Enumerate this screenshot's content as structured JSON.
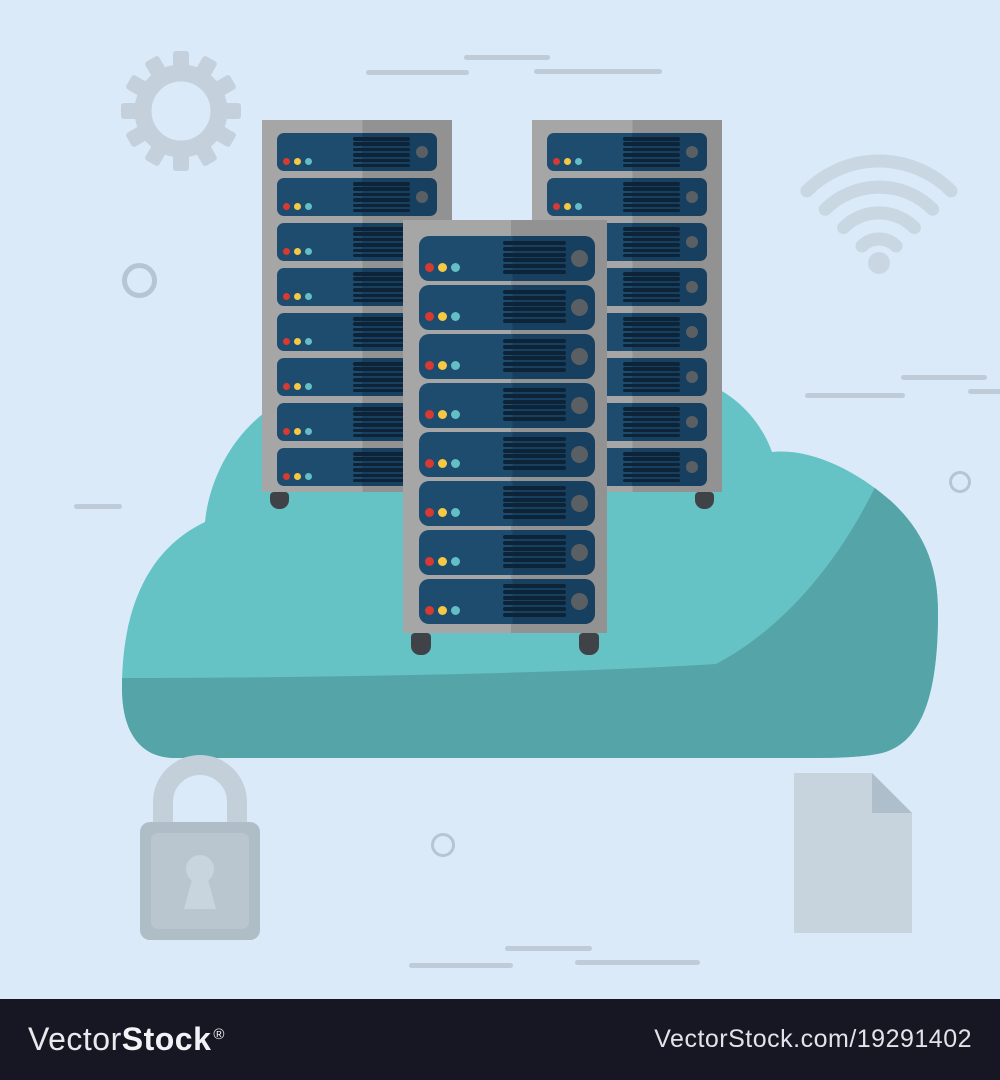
{
  "title": "Cloud data center with server racks vector illustration",
  "palette": {
    "background": "#DAEAF8",
    "decoration": "#C4D1DC",
    "decoration_line": "#BFCBD7",
    "decoration_ring": "#B6C5D2",
    "decoration_wifi": "#C9D7E3",
    "cloud": "#65C2C5",
    "cloud_shade": "#55A4A8",
    "rack_frame_light": "#A6A6A6",
    "rack_frame_dark": "#929292",
    "server_panel_light": "#1D4C6E",
    "server_panel_dark": "#163F60",
    "server_slot": "#0D2438",
    "server_knob": "#5A5F63",
    "led_red": "#D83931",
    "led_yellow": "#F6C843",
    "led_teal": "#64BEC6",
    "rack_foot": "#3F4347",
    "lock_body": "#AFBDC7",
    "lock_inner": "#B9C6D0",
    "lock_shackle": "#C3D0DA",
    "lock_keyhole": "#C9D5DE",
    "doc_sheet": "#C7D4DE",
    "doc_fold": "#AEBECB",
    "watermark_bar": "#171723",
    "watermark_text": "#F2F3F7"
  },
  "scene": {
    "cloud": "cloud silhouette holding three server racks",
    "racks": {
      "back_left": {
        "units": 8
      },
      "back_right": {
        "units": 8
      },
      "front_center": {
        "units": 8
      }
    },
    "icons": [
      "gear-icon",
      "wifi-icon",
      "padlock-icon",
      "document-icon"
    ],
    "leds_per_server": [
      "red",
      "yellow",
      "teal"
    ],
    "slots_per_server": 6
  },
  "watermark": {
    "brand_light": "Vector",
    "brand_bold": "Stock",
    "registered_mark": "®",
    "site_credit": "VectorStock.com/19291402"
  }
}
